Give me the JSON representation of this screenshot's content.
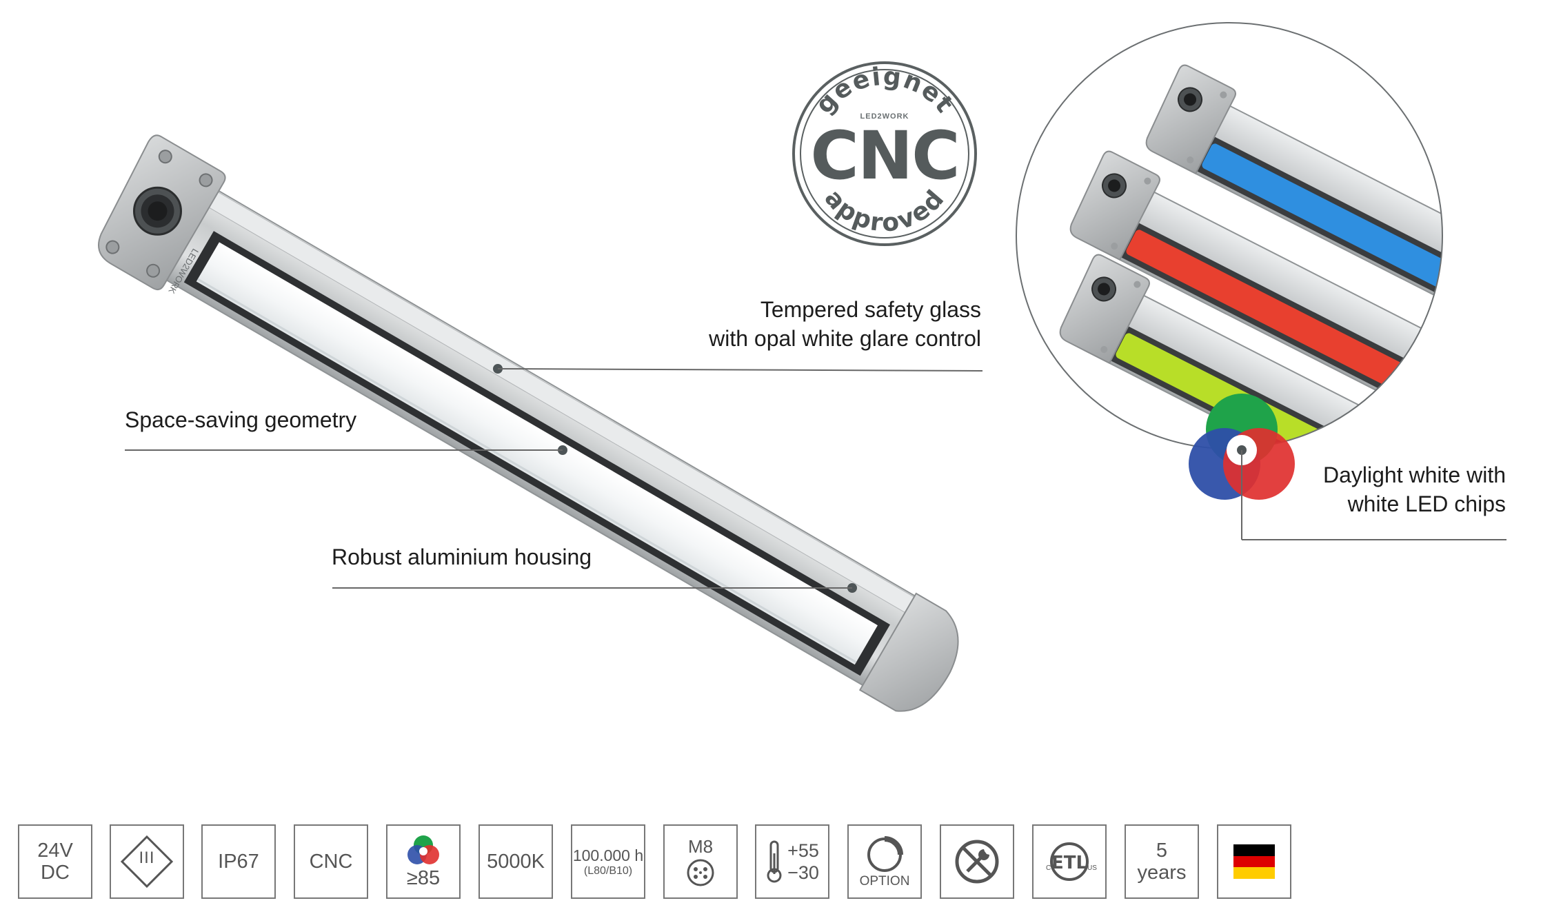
{
  "callouts": {
    "glass_line1": "Tempered safety glass",
    "glass_line2": "with opal white glare control",
    "geometry": "Space-saving geometry",
    "housing": "Robust aluminium housing",
    "daylight_line1": "Daylight white with",
    "daylight_line2": "white LED chips"
  },
  "badge": {
    "top_arc": "geeignet",
    "brand": "LED2WORK",
    "main": "CNC",
    "bottom_arc": "approved",
    "color": "#555b5c"
  },
  "product": {
    "housing_brand": "LED2WORK",
    "color_variants": [
      "blue",
      "red",
      "green"
    ],
    "variant_colors": [
      "#2f8fe0",
      "#e8402f",
      "#b8de28"
    ]
  },
  "rgb_circles": {
    "colors": [
      "#1fa34a",
      "#2e4fa8",
      "#e0302f"
    ]
  },
  "icons": {
    "voltage_line1": "24V",
    "voltage_line2": "DC",
    "protection_class": "III",
    "ip_rating": "IP67",
    "cnc": "CNC",
    "cri": "≥85",
    "color_temp": "5000K",
    "lifetime": "100.000 h",
    "lifetime_sub": "(L80/B10)",
    "connector": "M8",
    "temp_max": "+55",
    "temp_min": "−30",
    "option": "OPTION",
    "etl_left": "C",
    "etl_right": "US",
    "warranty_line1": "5",
    "warranty_line2": "years",
    "flag_colors": [
      "#000000",
      "#dd0000",
      "#ffcc00"
    ]
  }
}
